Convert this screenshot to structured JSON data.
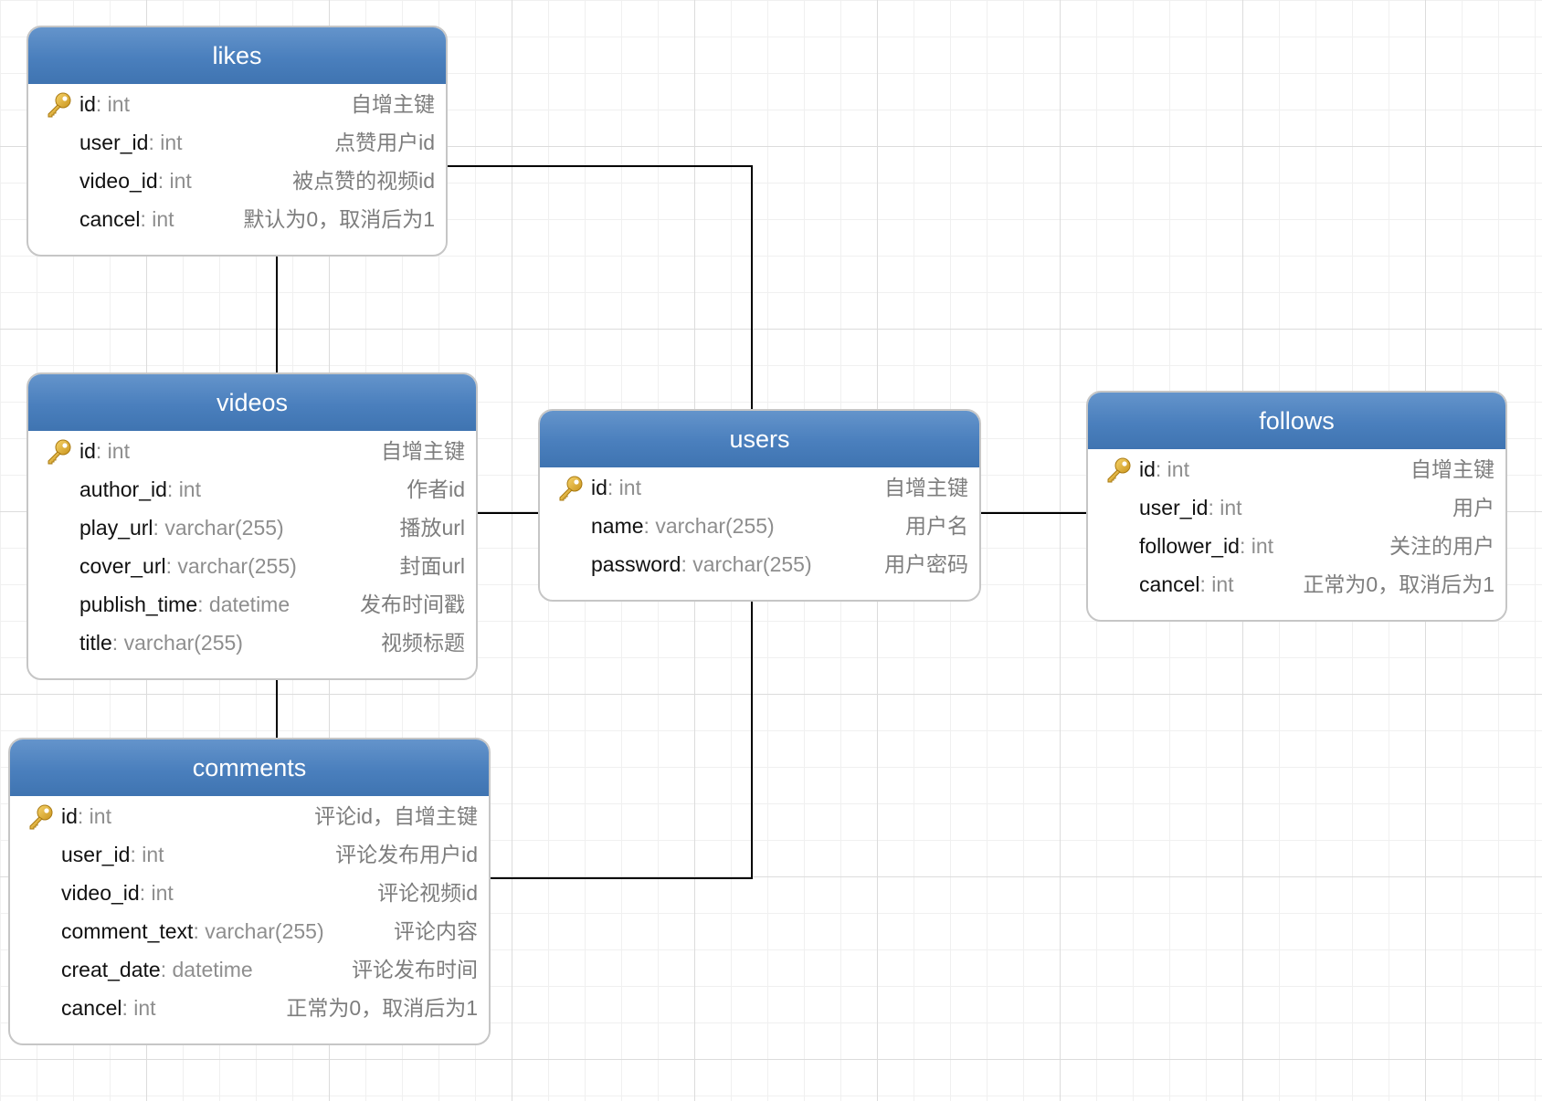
{
  "diagram": {
    "key_icon": "primary-key-icon",
    "colors": {
      "header": "#4a7fbd",
      "border": "#c6c6c6",
      "line": "#000000"
    },
    "entities": {
      "likes": {
        "title": "likes",
        "fields": [
          {
            "name": "id",
            "type": ": int",
            "comment": "自增主键",
            "pk": true
          },
          {
            "name": "user_id",
            "type": ": int",
            "comment": "点赞用户id"
          },
          {
            "name": "video_id",
            "type": ": int",
            "comment": "被点赞的视频id"
          },
          {
            "name": "cancel",
            "type": ": int",
            "comment": "默认为0，取消后为1"
          }
        ]
      },
      "videos": {
        "title": "videos",
        "fields": [
          {
            "name": "id",
            "type": ": int",
            "comment": "自增主键",
            "pk": true
          },
          {
            "name": "author_id",
            "type": ": int",
            "comment": "作者id"
          },
          {
            "name": "play_url",
            "type": ": varchar(255)",
            "comment": "播放url"
          },
          {
            "name": "cover_url",
            "type": ": varchar(255)",
            "comment": "封面url"
          },
          {
            "name": "publish_time",
            "type": ": datetime",
            "comment": "发布时间戳"
          },
          {
            "name": "title",
            "type": ": varchar(255)",
            "comment": "视频标题"
          }
        ]
      },
      "users": {
        "title": "users",
        "fields": [
          {
            "name": "id",
            "type": ": int",
            "comment": "自增主键",
            "pk": true
          },
          {
            "name": "name",
            "type": ": varchar(255)",
            "comment": "用户名"
          },
          {
            "name": "password",
            "type": ": varchar(255)",
            "comment": "用户密码"
          }
        ]
      },
      "follows": {
        "title": "follows",
        "fields": [
          {
            "name": "id",
            "type": ": int",
            "comment": "自增主键",
            "pk": true
          },
          {
            "name": "user_id",
            "type": ": int",
            "comment": "用户"
          },
          {
            "name": "follower_id",
            "type": ": int",
            "comment": "关注的用户"
          },
          {
            "name": "cancel",
            "type": ": int",
            "comment": "正常为0，取消后为1"
          }
        ]
      },
      "comments": {
        "title": "comments",
        "fields": [
          {
            "name": "id",
            "type": ": int",
            "comment": "评论id，自增主键",
            "pk": true
          },
          {
            "name": "user_id",
            "type": ": int",
            "comment": "评论发布用户id"
          },
          {
            "name": "video_id",
            "type": ": int",
            "comment": "评论视频id"
          },
          {
            "name": "comment_text",
            "type": ": varchar(255)",
            "comment": "评论内容"
          },
          {
            "name": "creat_date",
            "type": ": datetime",
            "comment": "评论发布时间"
          },
          {
            "name": "cancel",
            "type": ": int",
            "comment": "正常为0，取消后为1"
          }
        ]
      }
    },
    "relations": [
      {
        "from": "likes",
        "to": "videos"
      },
      {
        "from": "likes",
        "to": "users"
      },
      {
        "from": "videos",
        "to": "users"
      },
      {
        "from": "videos",
        "to": "comments"
      },
      {
        "from": "users",
        "to": "follows"
      },
      {
        "from": "comments",
        "to": "users"
      }
    ]
  }
}
